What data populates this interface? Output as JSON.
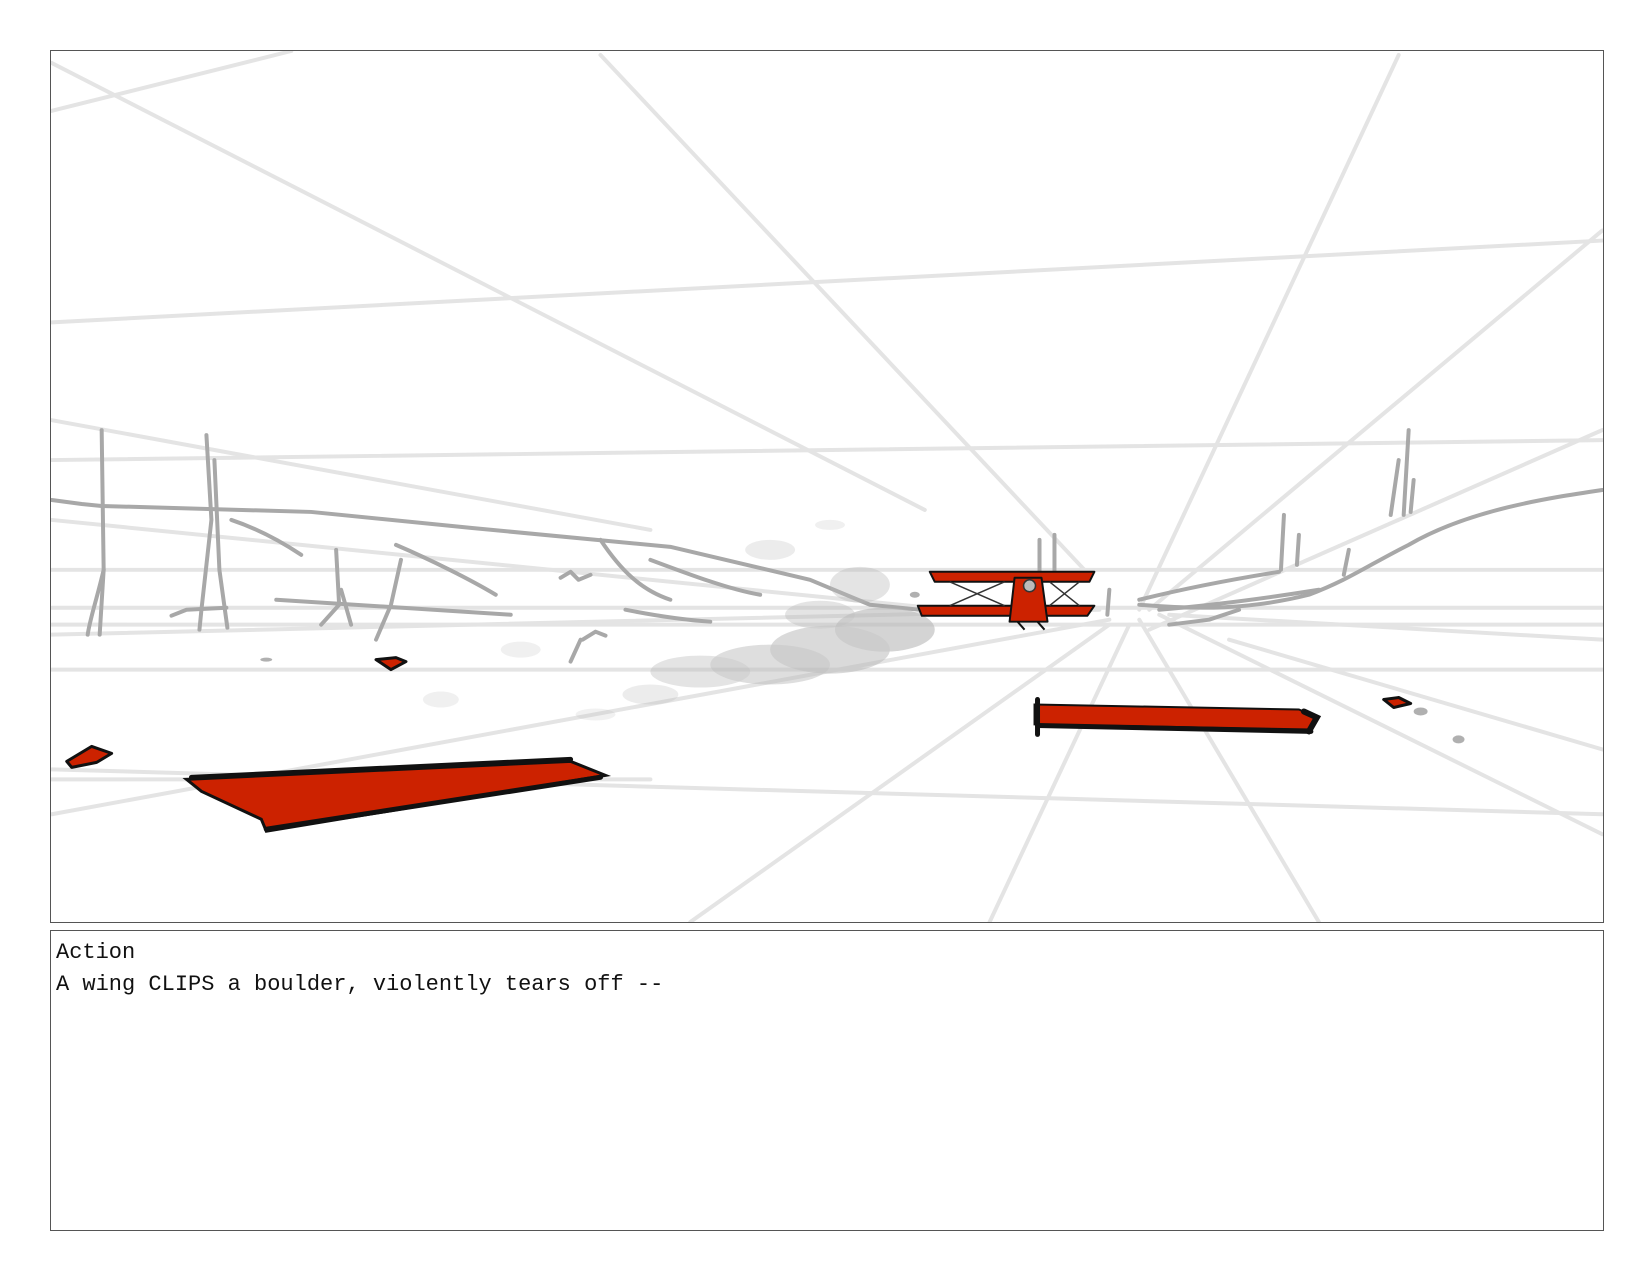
{
  "storyboard": {
    "panel": {
      "scene": "biplane-crash-debris",
      "colors": {
        "sketch_red": "#cc2200",
        "ink": "#111111",
        "pencil_gray": "#aaaaaa",
        "guide_gray": "#e3e3e3",
        "smoke_gray": "#b5b5b5"
      }
    },
    "notes": {
      "label": "Action",
      "text": "A wing CLIPS a boulder, violently tears off --"
    }
  }
}
